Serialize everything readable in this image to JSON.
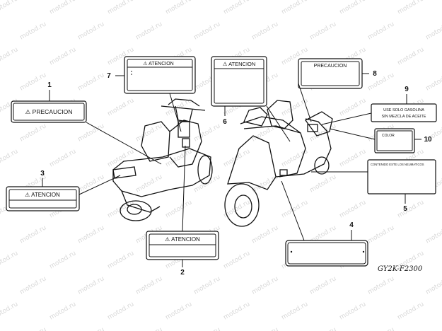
{
  "watermark": "motod.ru",
  "diagram_code": "GY2K-F2300",
  "callouts": {
    "c1": "1",
    "c2": "2",
    "c3": "3",
    "c4": "4",
    "c5": "5",
    "c6": "6",
    "c7": "7",
    "c8": "8",
    "c9": "9",
    "c10": "10"
  },
  "labels": {
    "label1_text": "⚠ PRECAUCION",
    "label2_text": "⚠ ATENCION",
    "label3_text": "⚠ ATENCION",
    "label6_text": "⚠ ATENCION",
    "label7_text": "⚠ ATENCION",
    "label8_text": "PRECAUCION",
    "label9_line1": "USE SOLO GASOLINA",
    "label9_line2": "SIN MEZCLA DE ACEITE",
    "label10_text": "COLOR",
    "label5_text": "CONTENIDO ESTE LOS NEUMATICOS"
  },
  "colors": {
    "line": "#111111",
    "watermark": "#d8d8d8",
    "background": "#ffffff"
  }
}
